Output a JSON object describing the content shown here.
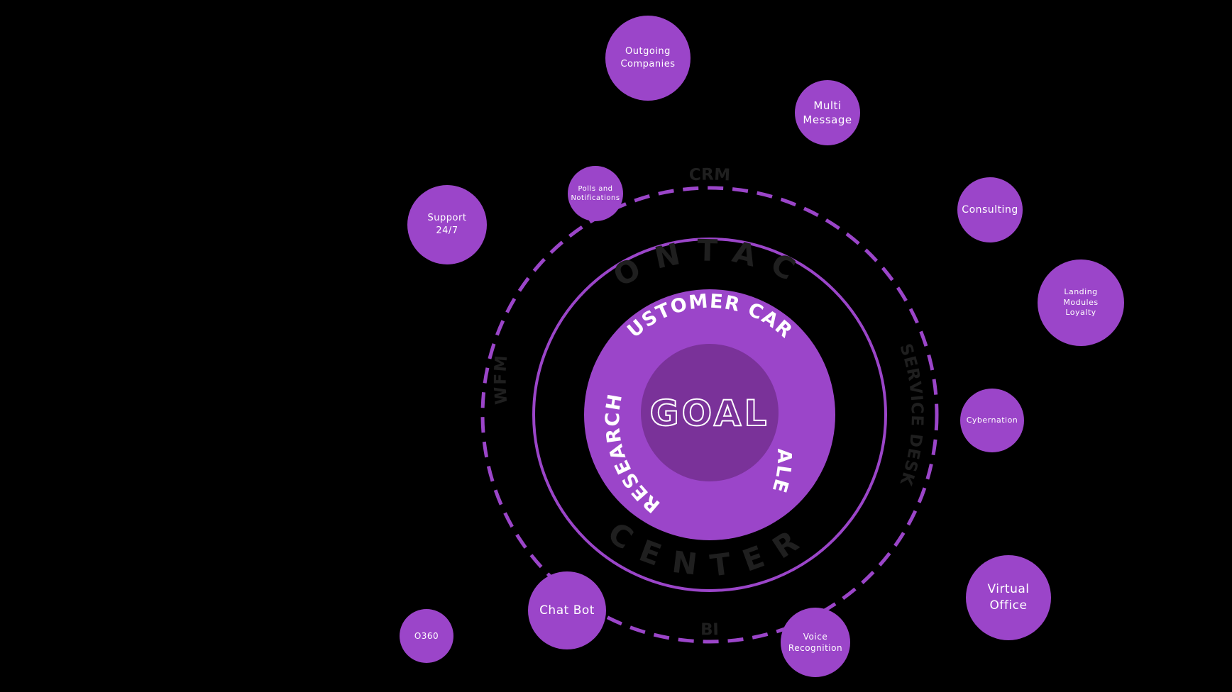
{
  "colors": {
    "background": "#000000",
    "node": "#9b45c9",
    "ring": "#9b45c9",
    "core": "#9b45c9",
    "goal_disc": "#7a3299",
    "ring_text": "#1f1f1f",
    "light_text": "#ffffff"
  },
  "center": {
    "goal": "GOAL",
    "inner_arcs": {
      "top": "CUSTOMER CARE",
      "left": "RESEARCH",
      "right": "SALES"
    },
    "middle_ring": {
      "top": "CONTACT",
      "bottom": "CENTER"
    },
    "outer_ring": {
      "top": "CRM",
      "left": "WFM",
      "right": "SERVICE DESK",
      "bottom": "BI"
    }
  },
  "nodes": [
    {
      "id": "outgoing-companies",
      "lines": [
        "Outgoing",
        "Companies"
      ]
    },
    {
      "id": "multi-message",
      "lines": [
        "Multi",
        "Message"
      ]
    },
    {
      "id": "polls-notifications",
      "lines": [
        "Polls and",
        "Notifications"
      ]
    },
    {
      "id": "support-24-7",
      "lines": [
        "Support 24/7"
      ]
    },
    {
      "id": "consulting",
      "lines": [
        "Consulting"
      ]
    },
    {
      "id": "landing-modules-loyalty",
      "lines": [
        "Landing Modules",
        "Loyalty"
      ]
    },
    {
      "id": "cybernation",
      "lines": [
        "Cybernation"
      ]
    },
    {
      "id": "virtual-office",
      "lines": [
        "Virtual",
        "Office"
      ]
    },
    {
      "id": "chat-bot",
      "lines": [
        "Chat Bot"
      ]
    },
    {
      "id": "o360",
      "lines": [
        "O360"
      ]
    },
    {
      "id": "voice-recognition",
      "lines": [
        "Voice",
        "Recognition"
      ]
    }
  ]
}
